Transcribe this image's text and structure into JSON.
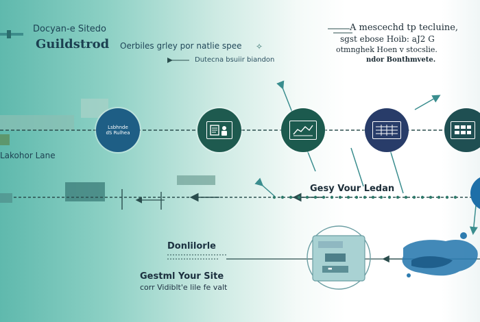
{
  "header": {
    "kicker": "Docyan-e Sitedo",
    "title": "Guildstrod",
    "subtitle": "Oerbiles grley por natlie spee",
    "caption": "Dutecna bsuiir biandon"
  },
  "annotation": {
    "line1": "A mescechd tp tecluine,",
    "line2": "sgst ebose Hoib: aJ2 G",
    "line3": "otmnghek Hoen v stocslie.",
    "line4": "ndor Bonthmvete."
  },
  "lanes": {
    "lane1_label": "Lakohor Lane",
    "lane2_label": "Gesy Vour Ledan"
  },
  "nodes": [
    {
      "label_line1": "Lsbhnde",
      "label_line2": "dS Rulhea",
      "icon": "text-label",
      "color": "#1e5e85"
    },
    {
      "label_line1": "",
      "label_line2": "",
      "icon": "document-person-icon",
      "color": "#1e5a4f"
    },
    {
      "label_line1": "",
      "label_line2": "",
      "icon": "chart-card-icon",
      "color": "#1c5a4e"
    },
    {
      "label_line1": "",
      "label_line2": "",
      "icon": "table-icon",
      "color": "#283c69"
    },
    {
      "label_line1": "",
      "label_line2": "",
      "icon": "grid-card-icon",
      "color": "#1f4f52"
    }
  ],
  "bottom": {
    "heading": "Donlilorle",
    "site_title": "Gestml Your Site",
    "site_subtitle": "corr Vidiblt'e lile fe valt"
  },
  "colors": {
    "teal_bg": "#8cd0c4",
    "line": "#2a4d4d",
    "arrow_teal": "#3a8d8e",
    "splash_blue": "#2e7cb0"
  }
}
